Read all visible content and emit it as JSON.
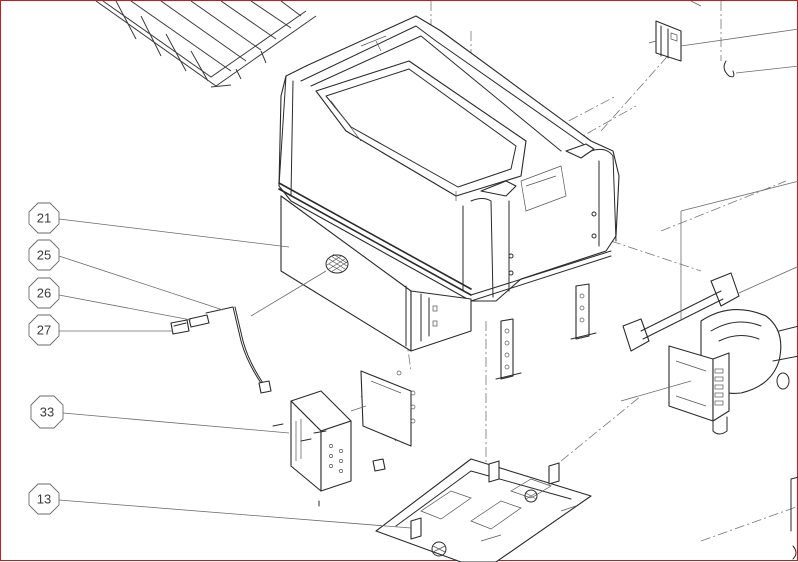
{
  "callouts": [
    {
      "id": "c21",
      "label": "21"
    },
    {
      "id": "c25",
      "label": "25"
    },
    {
      "id": "c26",
      "label": "26"
    },
    {
      "id": "c27",
      "label": "27"
    },
    {
      "id": "c33",
      "label": "33"
    },
    {
      "id": "c13",
      "label": "13"
    }
  ],
  "colors": {
    "frame_border": "#c41e1e",
    "line": "#2a2a2a",
    "leader": "#6a6a6a",
    "background": "#ffffff"
  }
}
